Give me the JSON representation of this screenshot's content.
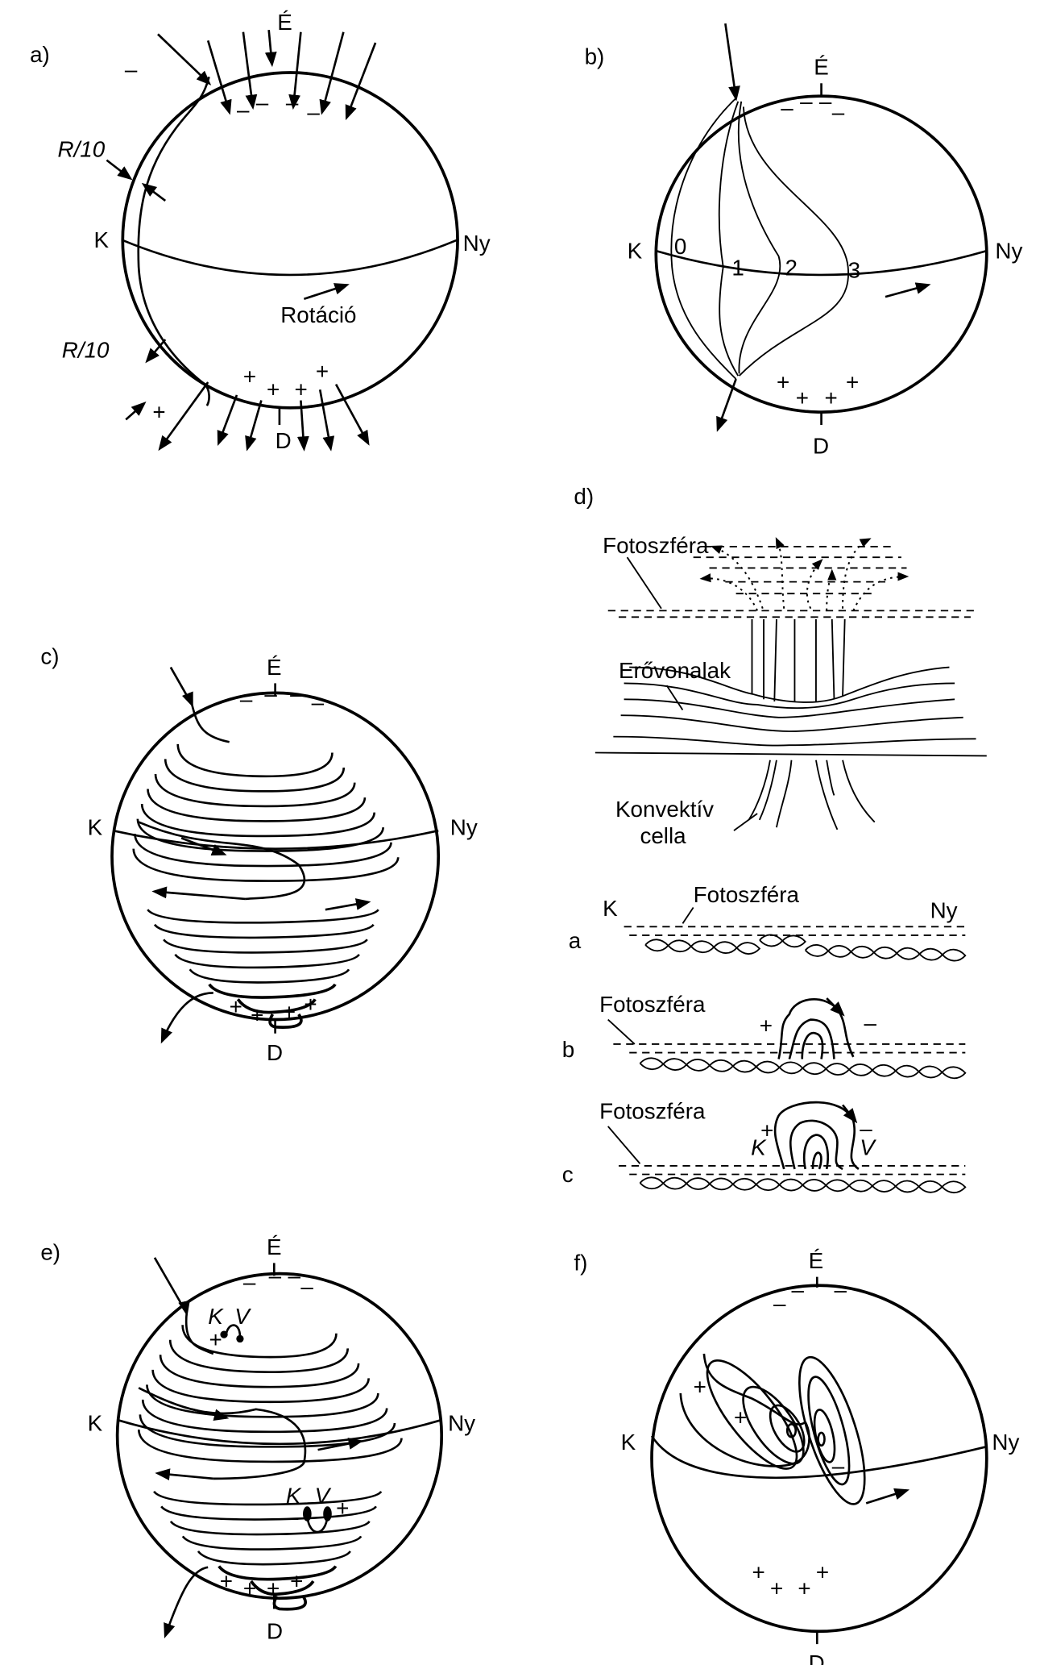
{
  "signs": {
    "minus": "–",
    "plus": "+"
  },
  "panel_a": {
    "label": "a)",
    "north": "É",
    "south": "D",
    "east": "K",
    "west": "Ny",
    "thickness_top": "R/10",
    "thickness_bottom": "R/10",
    "rotation": "Rotáció"
  },
  "panel_b": {
    "label": "b)",
    "north": "É",
    "south": "D",
    "east": "K",
    "west": "Ny",
    "stages": [
      "0",
      "1",
      "2",
      "3"
    ]
  },
  "panel_c": {
    "label": "c)",
    "north": "É",
    "south": "D",
    "east": "K",
    "west": "Ny"
  },
  "panel_d": {
    "label": "d)",
    "photosphere": "Fotoszféra",
    "field_lines": "Erővonalak",
    "convective_1": "Konvektív",
    "convective_2": "cella",
    "sub_a": {
      "label": "a",
      "east": "K",
      "photosphere": "Fotoszféra",
      "west": "Ny"
    },
    "sub_b": {
      "label": "b",
      "photosphere": "Fotoszféra"
    },
    "sub_c": {
      "label": "c",
      "photosphere": "Fotoszféra",
      "leading": "K",
      "trailing": "V"
    }
  },
  "panel_e": {
    "label": "e)",
    "north": "É",
    "south": "D",
    "east": "K",
    "west": "Ny",
    "spot_k": "K",
    "spot_v": "V"
  },
  "panel_f": {
    "label": "f)",
    "north": "É",
    "south": "D",
    "east": "K",
    "west": "Ny",
    "center": "o"
  }
}
